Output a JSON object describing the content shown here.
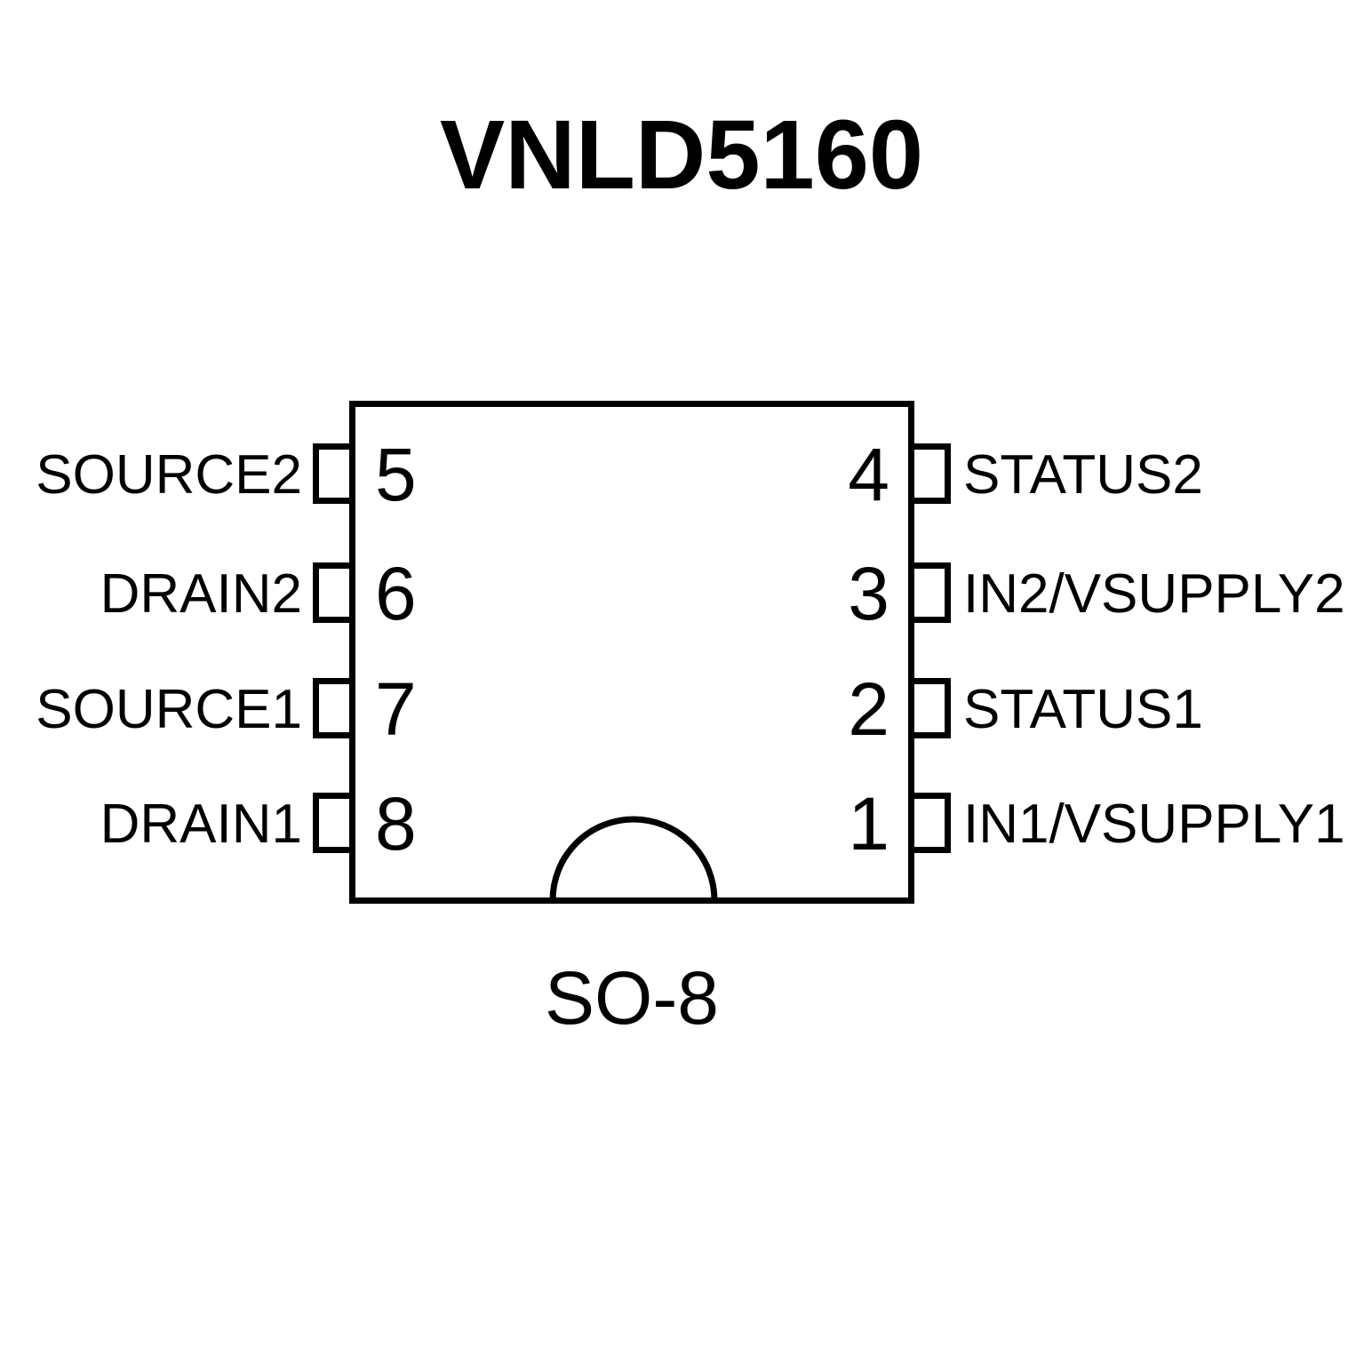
{
  "title": "VNLD5160",
  "package": {
    "caption": "SO-8",
    "notch": "semicircle-bottom-center"
  },
  "colors": {
    "background": "#ffffff",
    "line": "#000000",
    "text": "#000000"
  },
  "pins": {
    "left": [
      {
        "number": "5",
        "label": "SOURCE2"
      },
      {
        "number": "6",
        "label": "DRAIN2"
      },
      {
        "number": "7",
        "label": "SOURCE1"
      },
      {
        "number": "8",
        "label": "DRAIN1"
      }
    ],
    "right": [
      {
        "number": "4",
        "label": "STATUS2"
      },
      {
        "number": "3",
        "label": "IN2/VSUPPLY2"
      },
      {
        "number": "2",
        "label": "STATUS1"
      },
      {
        "number": "1",
        "label": "IN1/VSUPPLY1"
      }
    ]
  }
}
